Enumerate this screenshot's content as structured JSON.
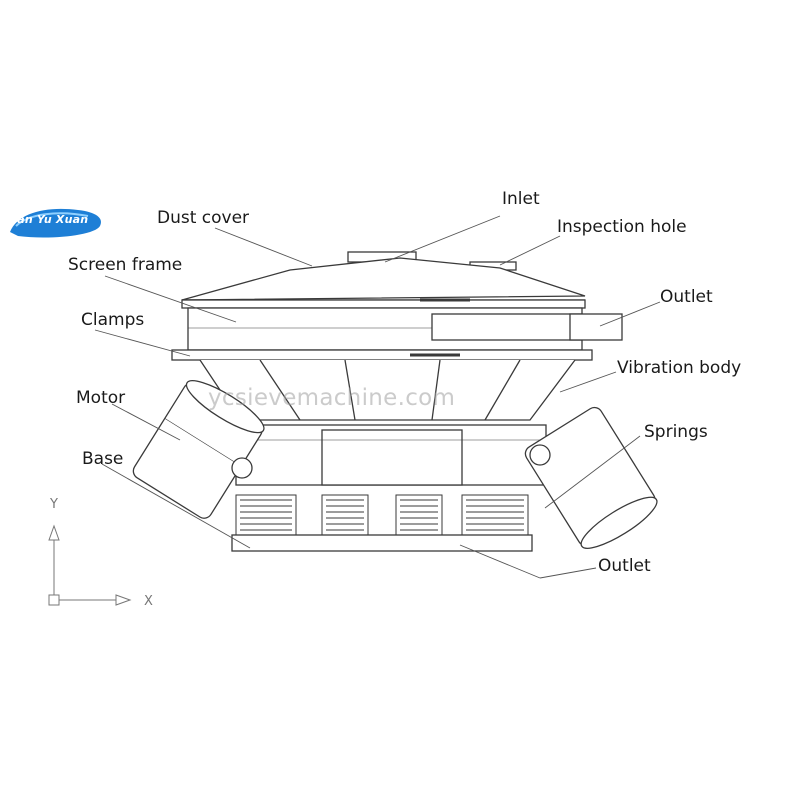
{
  "brand": {
    "logo_text": "Lan Yu Xuan",
    "watermark": "ycsievemachine.com",
    "logo_color": "#1e7fd6"
  },
  "labels": {
    "inlet": "Inlet",
    "dust_cover": "Dust cover",
    "inspection_hole": "Inspection hole",
    "screen_frame": "Screen frame",
    "outlet_top": "Outlet",
    "clamps": "Clamps",
    "vibration_body": "Vibration body",
    "motor": "Motor",
    "springs": "Springs",
    "base": "Base",
    "outlet_bottom": "Outlet"
  },
  "axes": {
    "y": "Y",
    "x": "X"
  },
  "colors": {
    "line": "#3a3a3a",
    "leader": "#555555",
    "text": "#1a1a1a"
  }
}
